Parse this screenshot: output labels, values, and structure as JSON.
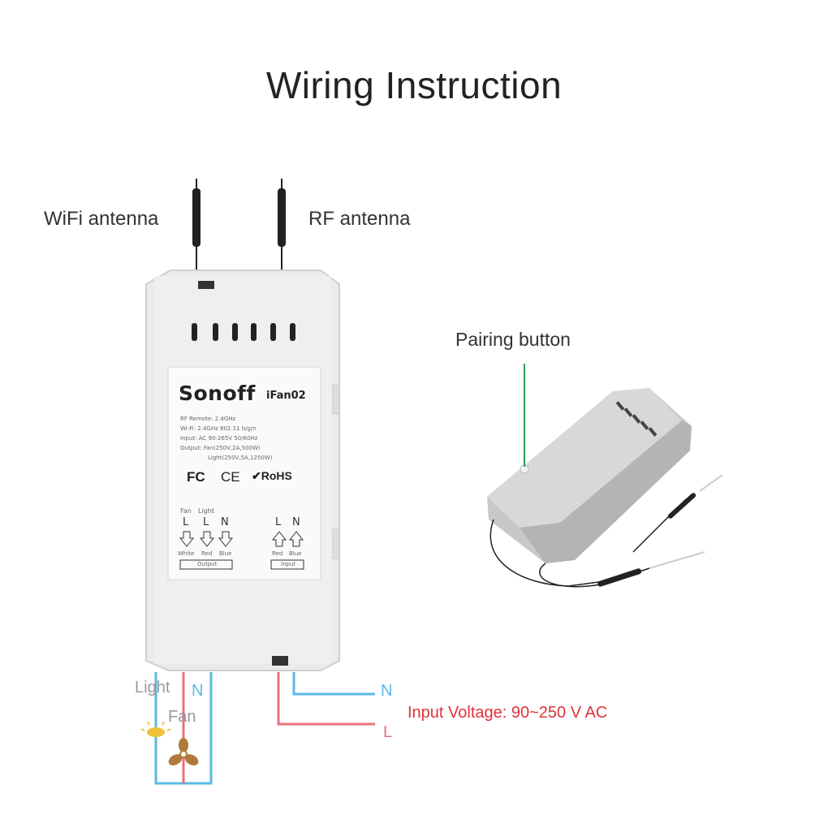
{
  "title": "Wiring Instruction",
  "labels": {
    "wifi_antenna": "WiFi antenna",
    "rf_antenna": "RF antenna",
    "pairing_button": "Pairing button",
    "input_voltage": "Input Voltage: 90~250 V AC",
    "wire_n_right": "N",
    "wire_l_right": "L",
    "wire_light": "Light",
    "wire_n_left": "N",
    "wire_fan": "Fan"
  },
  "device_label": {
    "brand": "Sonoff",
    "model": "iFan02",
    "specs": [
      "RF Remote: 2.4GHz",
      "Wi-Fi: 2.4GHz  802.11 b/g/n",
      "Input: AC 90-265V  50/60Hz",
      "Output: Fan(250V,2A,500W)",
      "Light(250V,5A,1250W)"
    ],
    "certs": [
      "FC",
      "CE",
      "RoHS"
    ],
    "output_heads": [
      "Fan",
      "Light"
    ],
    "output_letters": [
      "L",
      "L",
      "N"
    ],
    "output_colors": [
      "White",
      "Red",
      "Blue"
    ],
    "output_box": "Output",
    "input_letters": [
      "L",
      "N"
    ],
    "input_colors": [
      "Red",
      "Blue"
    ],
    "input_box": "Input"
  },
  "colors": {
    "neutral_wire": "#5ab8e6",
    "live_wire": "#e8707e",
    "pairing_line": "#2e9a52",
    "input_voltage_text": "#e0323c"
  }
}
